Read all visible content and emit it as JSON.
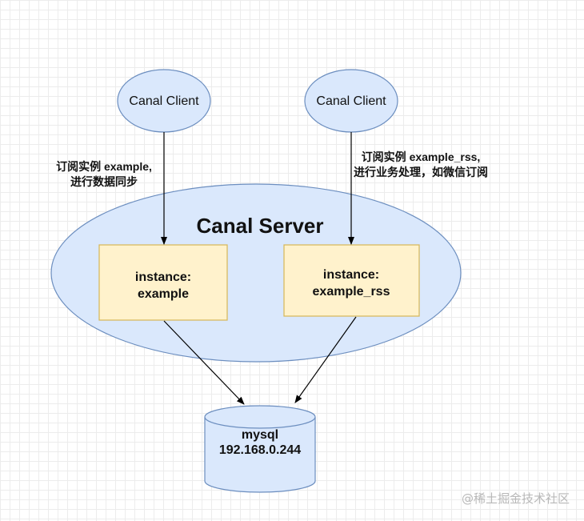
{
  "clients": [
    {
      "label": "Canal Client"
    },
    {
      "label": "Canal Client"
    }
  ],
  "server": {
    "title": "Canal Server"
  },
  "instances": [
    {
      "line1": "instance:",
      "line2": "example"
    },
    {
      "line1": "instance:",
      "line2": "example_rss"
    }
  ],
  "edges": [
    {
      "line1": "订阅实例 example,",
      "line2": "进行数据同步"
    },
    {
      "line1": "订阅实例 example_rss,",
      "line2": "进行业务处理，如微信订阅"
    }
  ],
  "database": {
    "line1": "mysql",
    "line2": "192.168.0.244"
  },
  "watermark": "@稀土掘金技术社区",
  "colors": {
    "client_fill": "#dae8fc",
    "client_stroke": "#6c8ebf",
    "instance_fill": "#fff2cc",
    "instance_stroke": "#d6b656",
    "edge": "#000000"
  }
}
